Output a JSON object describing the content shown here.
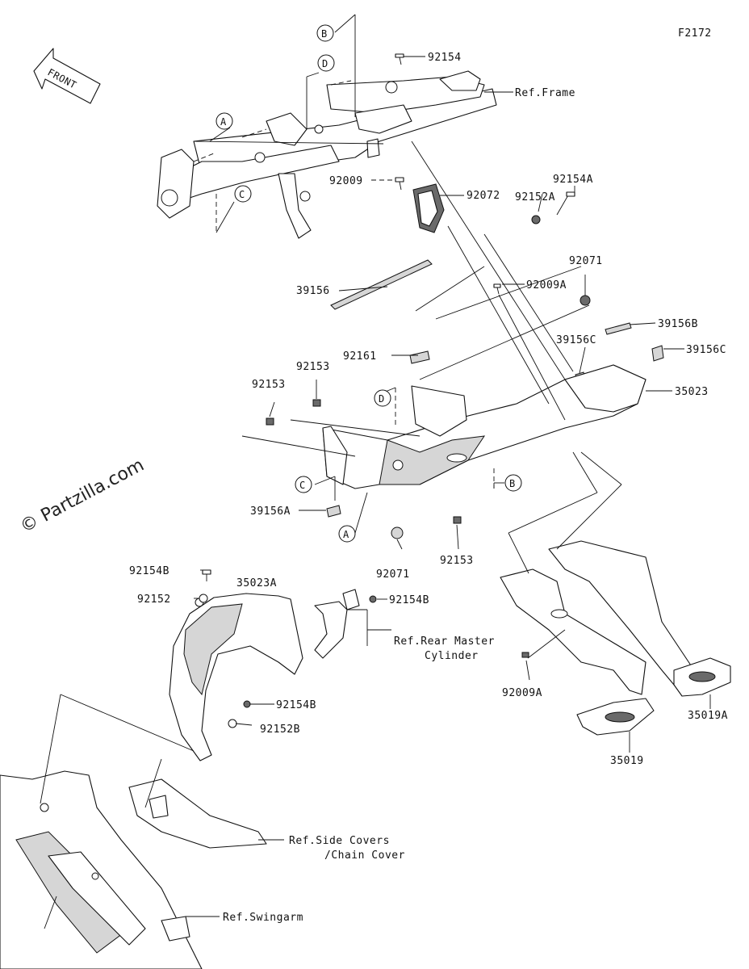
{
  "figure_code": "F2172",
  "front_label": "FRONT",
  "watermark": "© Partzilla.com",
  "callouts": [
    {
      "id": "B1",
      "text": "B"
    },
    {
      "id": "D1",
      "text": "D"
    },
    {
      "id": "A1",
      "text": "A"
    },
    {
      "id": "C1",
      "text": "C"
    },
    {
      "id": "D2",
      "text": "D"
    },
    {
      "id": "C2",
      "text": "C"
    },
    {
      "id": "B2",
      "text": "B"
    },
    {
      "id": "A2",
      "text": "A"
    }
  ],
  "part_labels": [
    {
      "id": "p92154",
      "text": "92154"
    },
    {
      "id": "refFrame",
      "text": "Ref.Frame"
    },
    {
      "id": "p92154A",
      "text": "92154A"
    },
    {
      "id": "p92009",
      "text": "92009"
    },
    {
      "id": "p92072",
      "text": "92072"
    },
    {
      "id": "p92152A",
      "text": "92152A"
    },
    {
      "id": "p92071a",
      "text": "92071"
    },
    {
      "id": "p39156",
      "text": "39156"
    },
    {
      "id": "p92009A_a",
      "text": "92009A"
    },
    {
      "id": "p39156B",
      "text": "39156B"
    },
    {
      "id": "p39156C_a",
      "text": "39156C"
    },
    {
      "id": "p39156C_b",
      "text": "39156C"
    },
    {
      "id": "p92161",
      "text": "92161"
    },
    {
      "id": "p92153a",
      "text": "92153"
    },
    {
      "id": "p92153b",
      "text": "92153"
    },
    {
      "id": "p35023",
      "text": "35023"
    },
    {
      "id": "p39156A",
      "text": "39156A"
    },
    {
      "id": "p92071b",
      "text": "92071"
    },
    {
      "id": "p92153c",
      "text": "92153"
    },
    {
      "id": "p92154B_a",
      "text": "92154B"
    },
    {
      "id": "p35023A",
      "text": "35023A"
    },
    {
      "id": "p92152",
      "text": "92152"
    },
    {
      "id": "p92154B_b",
      "text": "92154B"
    },
    {
      "id": "refRearMaster1",
      "text": "Ref.Rear Master"
    },
    {
      "id": "refRearMaster2",
      "text": "Cylinder"
    },
    {
      "id": "p92154B_c",
      "text": "92154B"
    },
    {
      "id": "p92152B",
      "text": "92152B"
    },
    {
      "id": "p92009A_b",
      "text": "92009A"
    },
    {
      "id": "p35019A",
      "text": "35019A"
    },
    {
      "id": "p35019",
      "text": "35019"
    },
    {
      "id": "refSide1",
      "text": "Ref.Side Covers"
    },
    {
      "id": "refSide2",
      "text": "/Chain Cover"
    },
    {
      "id": "refSwingarm",
      "text": "Ref.Swingarm"
    }
  ]
}
